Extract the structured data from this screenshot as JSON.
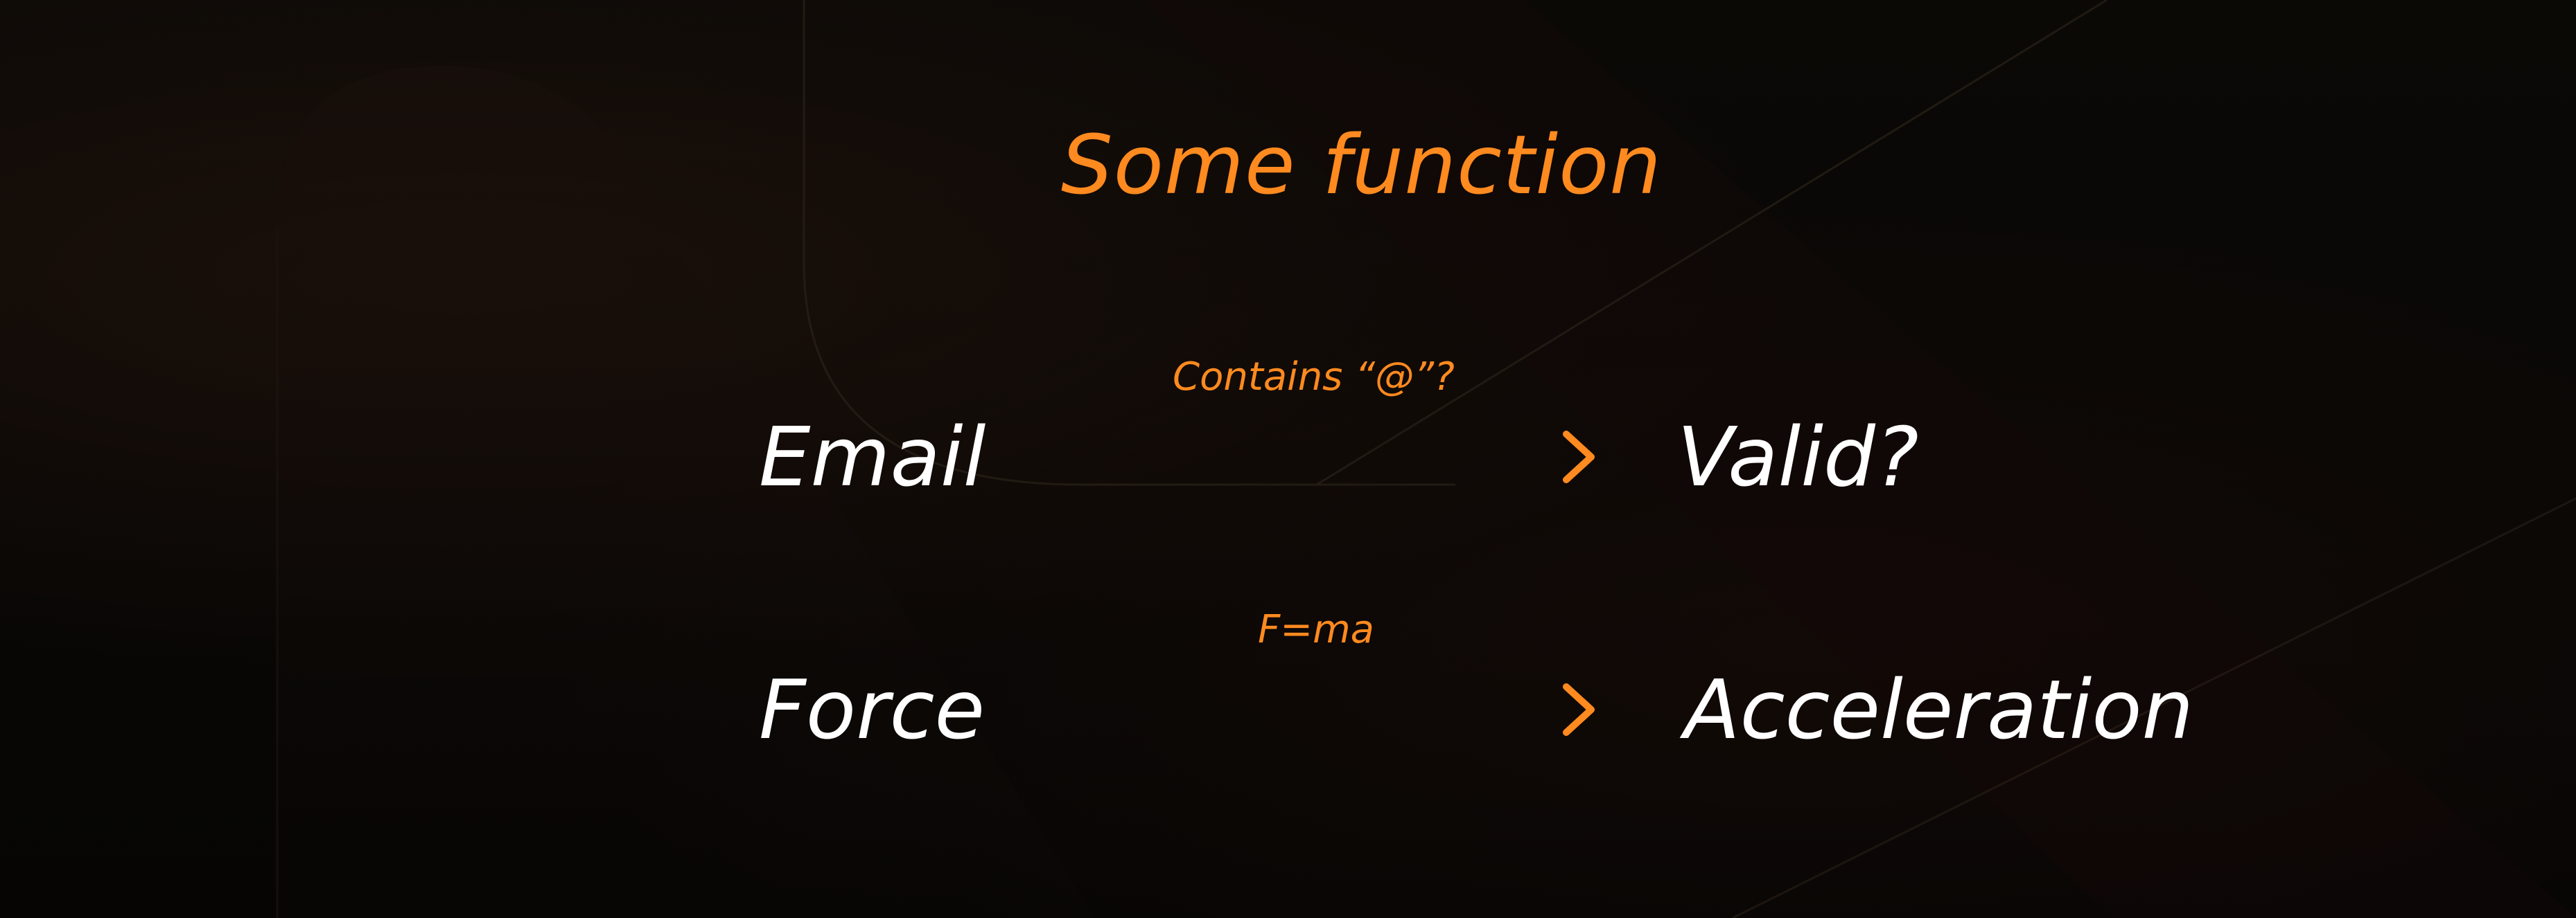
{
  "title": "Some function",
  "rows": [
    {
      "input": "Email",
      "rule": "Contains “@”?",
      "output": "Valid?"
    },
    {
      "input": "Force",
      "rule": "F=ma",
      "output": "Acceleration"
    }
  ],
  "colors": {
    "accent": "#ff8a1f",
    "text": "#ffffff",
    "background": "#060504"
  },
  "icons": [
    "right-arrow-icon"
  ]
}
